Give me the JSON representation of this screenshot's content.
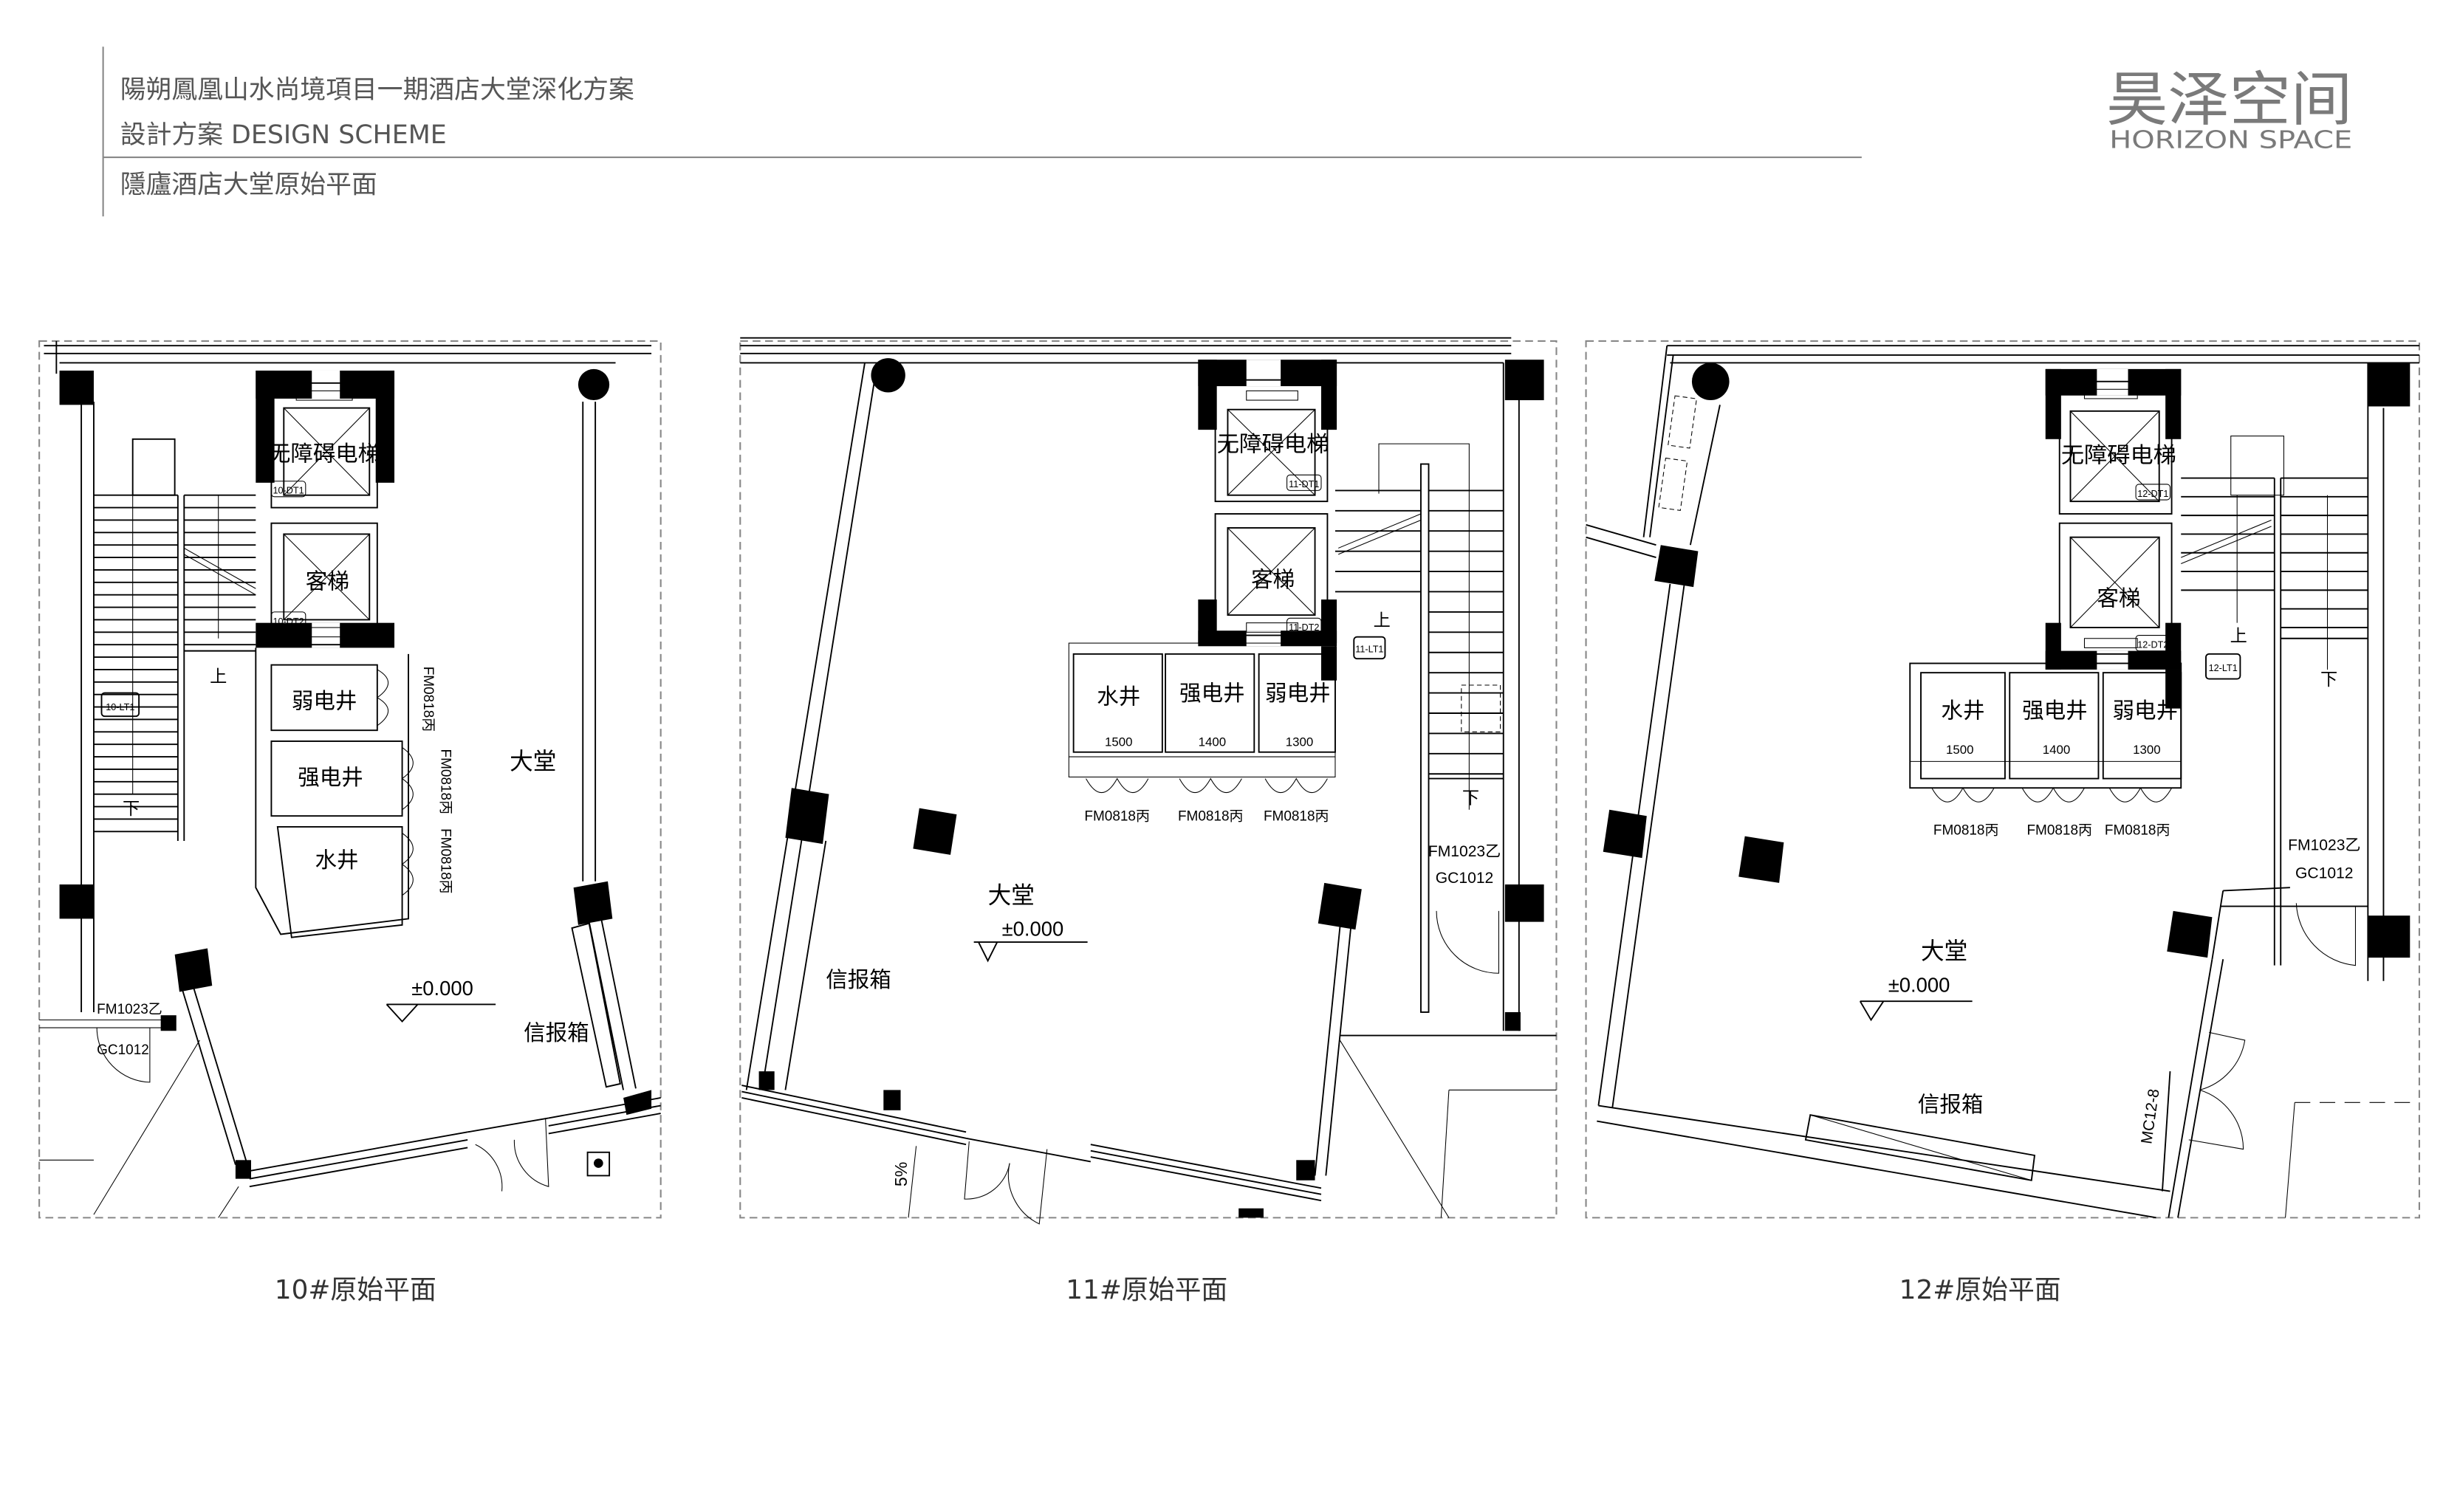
{
  "header": {
    "project_title": "陽朔鳳凰山水尚境項目一期酒店大堂深化方案",
    "subtitle": "設計方案 DESIGN SCHEME",
    "sheet_title": "隱廬酒店大堂原始平面"
  },
  "logo": {
    "chinese": "昊泽空间",
    "english": "HORIZON SPACE",
    "color": "#7a7a7a"
  },
  "plans": [
    {
      "caption": "10#原始平面",
      "accessible_elevator": "无障碍电梯",
      "passenger_elevator": "客梯",
      "elevator_tag_1": "10-DT1",
      "elevator_tag_2": "10-DT2",
      "stair_tag": "10-LT1",
      "weak_shaft": "弱电井",
      "strong_shaft": "强电井",
      "water_shaft": "水井",
      "door_weak": "FM0818丙",
      "door_strong": "FM0818丙",
      "door_water": "FM0818丙",
      "up": "上",
      "down": "下",
      "lobby": "大堂",
      "elevation": "±0.000",
      "mailbox": "信报箱",
      "fire_door": "FM1023乙",
      "window": "GC1012"
    },
    {
      "caption": "11#原始平面",
      "accessible_elevator": "无障碍电梯",
      "passenger_elevator": "客梯",
      "elevator_tag_1": "11-DT1",
      "elevator_tag_2": "11-DT2",
      "stair_tag": "11-LT1",
      "water_shaft": "水井",
      "strong_shaft": "强电井",
      "weak_shaft": "弱电井",
      "dim_water": "1500",
      "dim_strong": "1400",
      "dim_weak": "1300",
      "door_water": "FM0818丙",
      "door_strong": "FM0818丙",
      "door_weak": "FM0818丙",
      "up": "上",
      "down": "下",
      "lobby": "大堂",
      "elevation": "±0.000",
      "mailbox": "信报箱",
      "fire_door": "FM1023乙",
      "window": "GC1012",
      "slope": "5%"
    },
    {
      "caption": "12#原始平面",
      "accessible_elevator": "无障碍电梯",
      "passenger_elevator": "客梯",
      "elevator_tag_1": "12-DT1",
      "elevator_tag_2": "12-DT2",
      "stair_tag": "12-LT1",
      "water_shaft": "水井",
      "strong_shaft": "强电井",
      "weak_shaft": "弱电井",
      "dim_water": "1500",
      "dim_strong": "1400",
      "dim_weak": "1300",
      "door_water": "FM0818丙",
      "door_strong": "FM0818丙",
      "door_weak": "FM0818丙",
      "up": "上",
      "down": "下",
      "lobby": "大堂",
      "elevation": "±0.000",
      "mailbox": "信报箱",
      "fire_door": "FM1023乙",
      "window": "GC1012",
      "entry_door": "MC12-8"
    }
  ]
}
